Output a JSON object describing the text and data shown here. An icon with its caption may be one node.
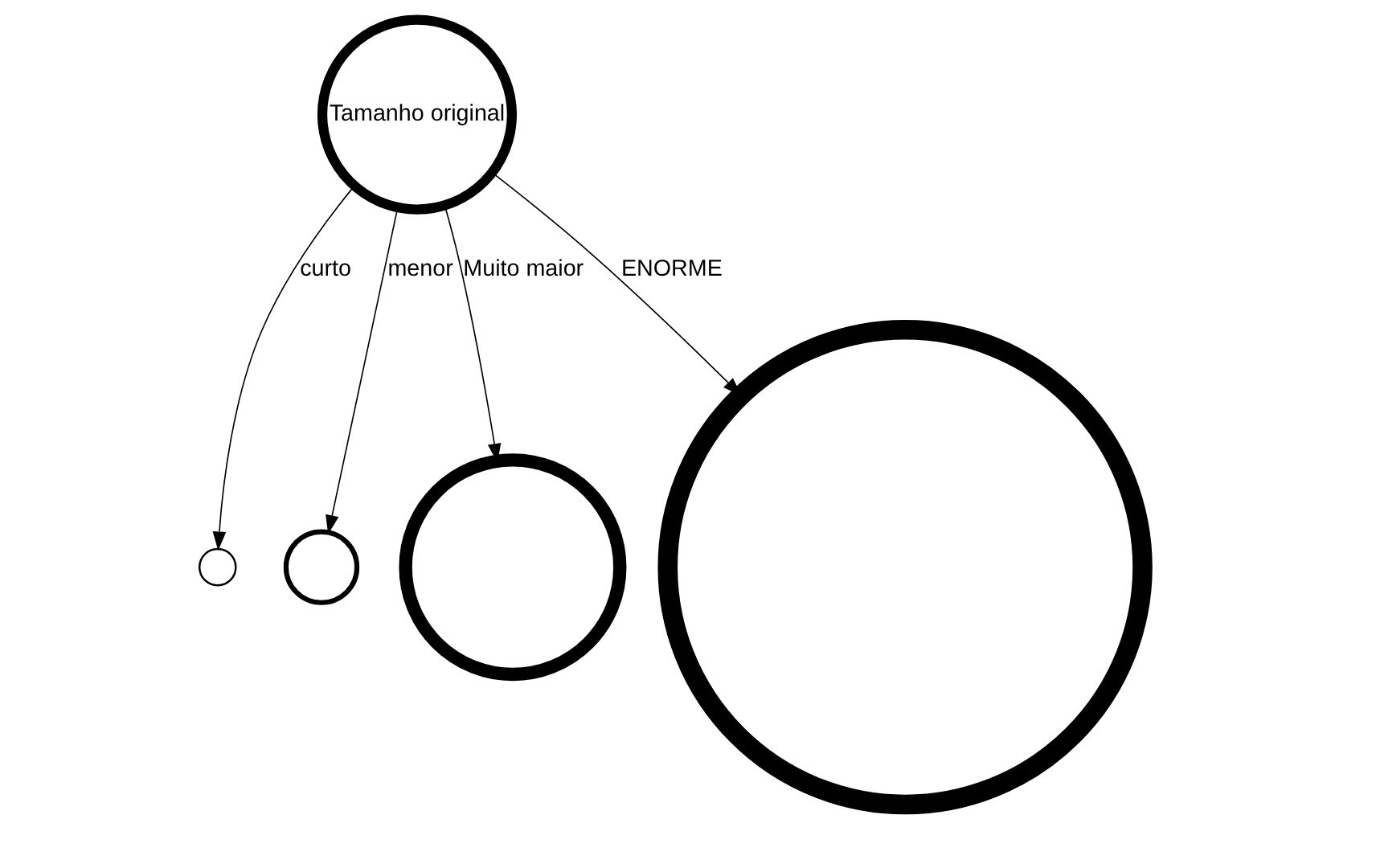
{
  "diagram": {
    "nodes": [
      {
        "text": [
          "Tamanho original"
        ]
      },
      {
        "text": [],
        "shape": "circle"
      },
      {
        "text": [],
        "shape": "circle"
      },
      {
        "text": [],
        "shape": "circle"
      },
      {
        "text": [],
        "shape": "circle"
      }
    ],
    "edges": [
      {
        "from": 0,
        "to": 1,
        "arrow": "to",
        "label": "curto"
      },
      {
        "from": 0,
        "to": 2,
        "arrow": "to",
        "label": "menor"
      },
      {
        "from": 0,
        "to": 3,
        "arrow": "to",
        "label": "Muito maior"
      },
      {
        "from": 0,
        "to": 4,
        "arrow": "to",
        "label": "ENORME"
      }
    ]
  }
}
